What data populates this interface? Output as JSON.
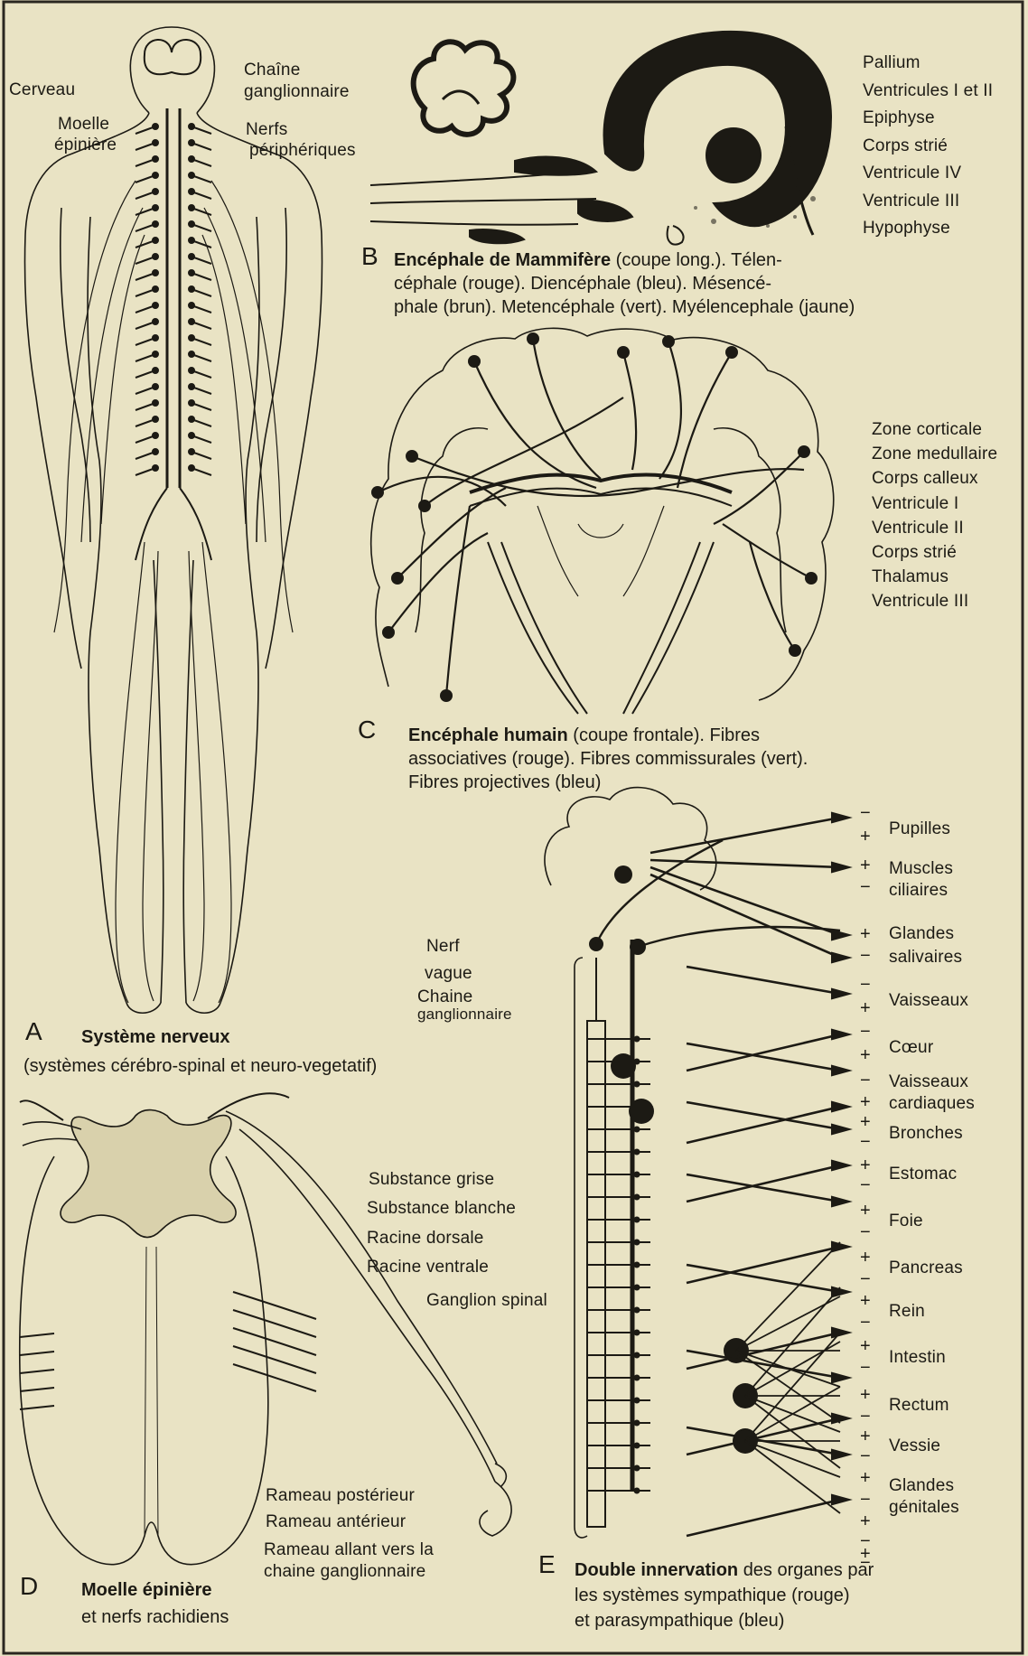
{
  "figA": {
    "letter": "A",
    "title": "Système nerveux",
    "subtitle": "(systèmes cérébro-spinal et neuro-vegetatif)",
    "labels": {
      "cerveau": "Cerveau",
      "moelle_1": "Moelle",
      "moelle_2": "épinière",
      "chaine_1": "Chaîne",
      "chaine_2": "ganglionnaire",
      "nerfs_1": "Nerfs",
      "nerfs_2": "périphériques"
    }
  },
  "figB": {
    "letter": "B",
    "title": "Encéphale de Mammifère",
    "caption_1": "(coupe long.). Télen-",
    "caption_2": "céphale (rouge). Diencéphale (bleu). Mésencé-",
    "caption_3": "phale (brun). Metencéphale (vert). Myélencephale (jaune)",
    "labels": [
      "Pallium",
      "Ventricules I et II",
      "Epiphyse",
      "Corps strié",
      "Ventricule IV",
      "Ventricule III",
      "Hypophyse"
    ]
  },
  "figC": {
    "letter": "C",
    "title": "Encéphale humain",
    "caption_1": "(coupe frontale). Fibres",
    "caption_2": "associatives (rouge). Fibres commissurales (vert).",
    "caption_3": "Fibres projectives (bleu)",
    "labels": [
      "Zone corticale",
      "Zone medullaire",
      "Corps calleux",
      "Ventricule I",
      "Ventricule II",
      "Corps strié",
      "Thalamus",
      "Ventricule III"
    ]
  },
  "figD": {
    "letter": "D",
    "title": "Moelle épinière",
    "subtitle": "et nerfs rachidiens",
    "labels": {
      "grise": "Substance grise",
      "blanche": "Substance blanche",
      "dorsale": "Racine dorsale",
      "ventrale": "Racine ventrale",
      "ganglion": "Ganglion spinal",
      "posterieur": "Rameau postérieur",
      "anterieur": "Rameau antérieur",
      "allant_1": "Rameau allant vers la",
      "allant_2": "chaine ganglionnaire"
    }
  },
  "figE": {
    "letter": "E",
    "title": "Double innervation",
    "caption_1": "des organes par",
    "caption_2": "les systèmes sympathique (rouge)",
    "caption_3": "et parasympathique (bleu)",
    "left_labels": {
      "nerf_1": "Nerf",
      "nerf_2": "vague",
      "chaine_1": "Chaine",
      "chaine_2": "ganglionnaire"
    },
    "organs": [
      "Pupilles",
      "Muscles",
      "ciliaires",
      "Glandes",
      "salivaires",
      "Vaisseaux",
      "Cœur",
      "Vaisseaux",
      "cardiaques",
      "Bronches",
      "Estomac",
      "Foie",
      "Pancreas",
      "Rein",
      "Intestin",
      "Rectum",
      "Vessie",
      "Glandes",
      "génitales"
    ],
    "signs": [
      "−",
      "+",
      "+",
      "−",
      "+",
      "−",
      "−",
      "+",
      "−",
      "+",
      "−",
      "+",
      "+",
      "−",
      "+",
      "−",
      "+",
      "−",
      "+",
      "−",
      "+",
      "−",
      "+",
      "−",
      "+",
      "−",
      "+",
      "−",
      "+",
      "−",
      "+",
      "−",
      "+",
      "−"
    ]
  },
  "colors": {
    "paper": "#e9e3c4",
    "ink": "#1c1a14"
  }
}
